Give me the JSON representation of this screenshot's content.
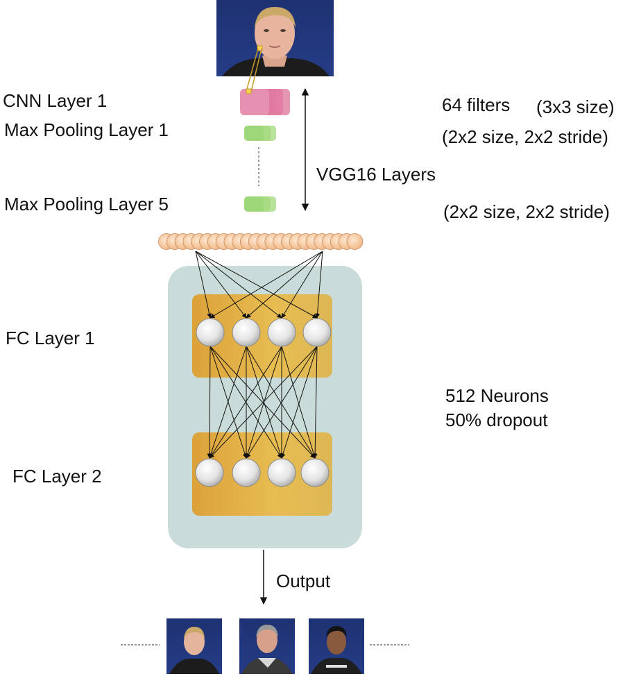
{
  "labels": {
    "cnn_layer_1": "CNN Layer 1",
    "max_pool_1": "Max Pooling Layer 1",
    "max_pool_5": "Max Pooling Layer 5",
    "fc_layer_1": "FC Layer 1",
    "fc_layer_2": "FC Layer 2",
    "filters": "64 filters",
    "filter_size": "(3x3 size)",
    "pool_1_params": "(2x2 size, 2x2 stride)",
    "vgg16": "VGG16 Layers",
    "pool_5_params": "(2x2 size, 2x2 stride)",
    "neurons": "512 Neurons",
    "dropout": "50% dropout",
    "output": "Output"
  },
  "colors": {
    "conv_filter": "#e07aa0",
    "pool_block": "#9ed67a",
    "flatten_node": "#f6c79e",
    "fc_panel_outer": "#c9dcda",
    "fc_layer_box": "#e4b547",
    "neuron": "#e8e8e8"
  },
  "images": {
    "input_photo": "input-face-photo",
    "outputs": [
      "output-face-photo-1",
      "output-face-photo-2",
      "output-face-photo-3"
    ]
  }
}
